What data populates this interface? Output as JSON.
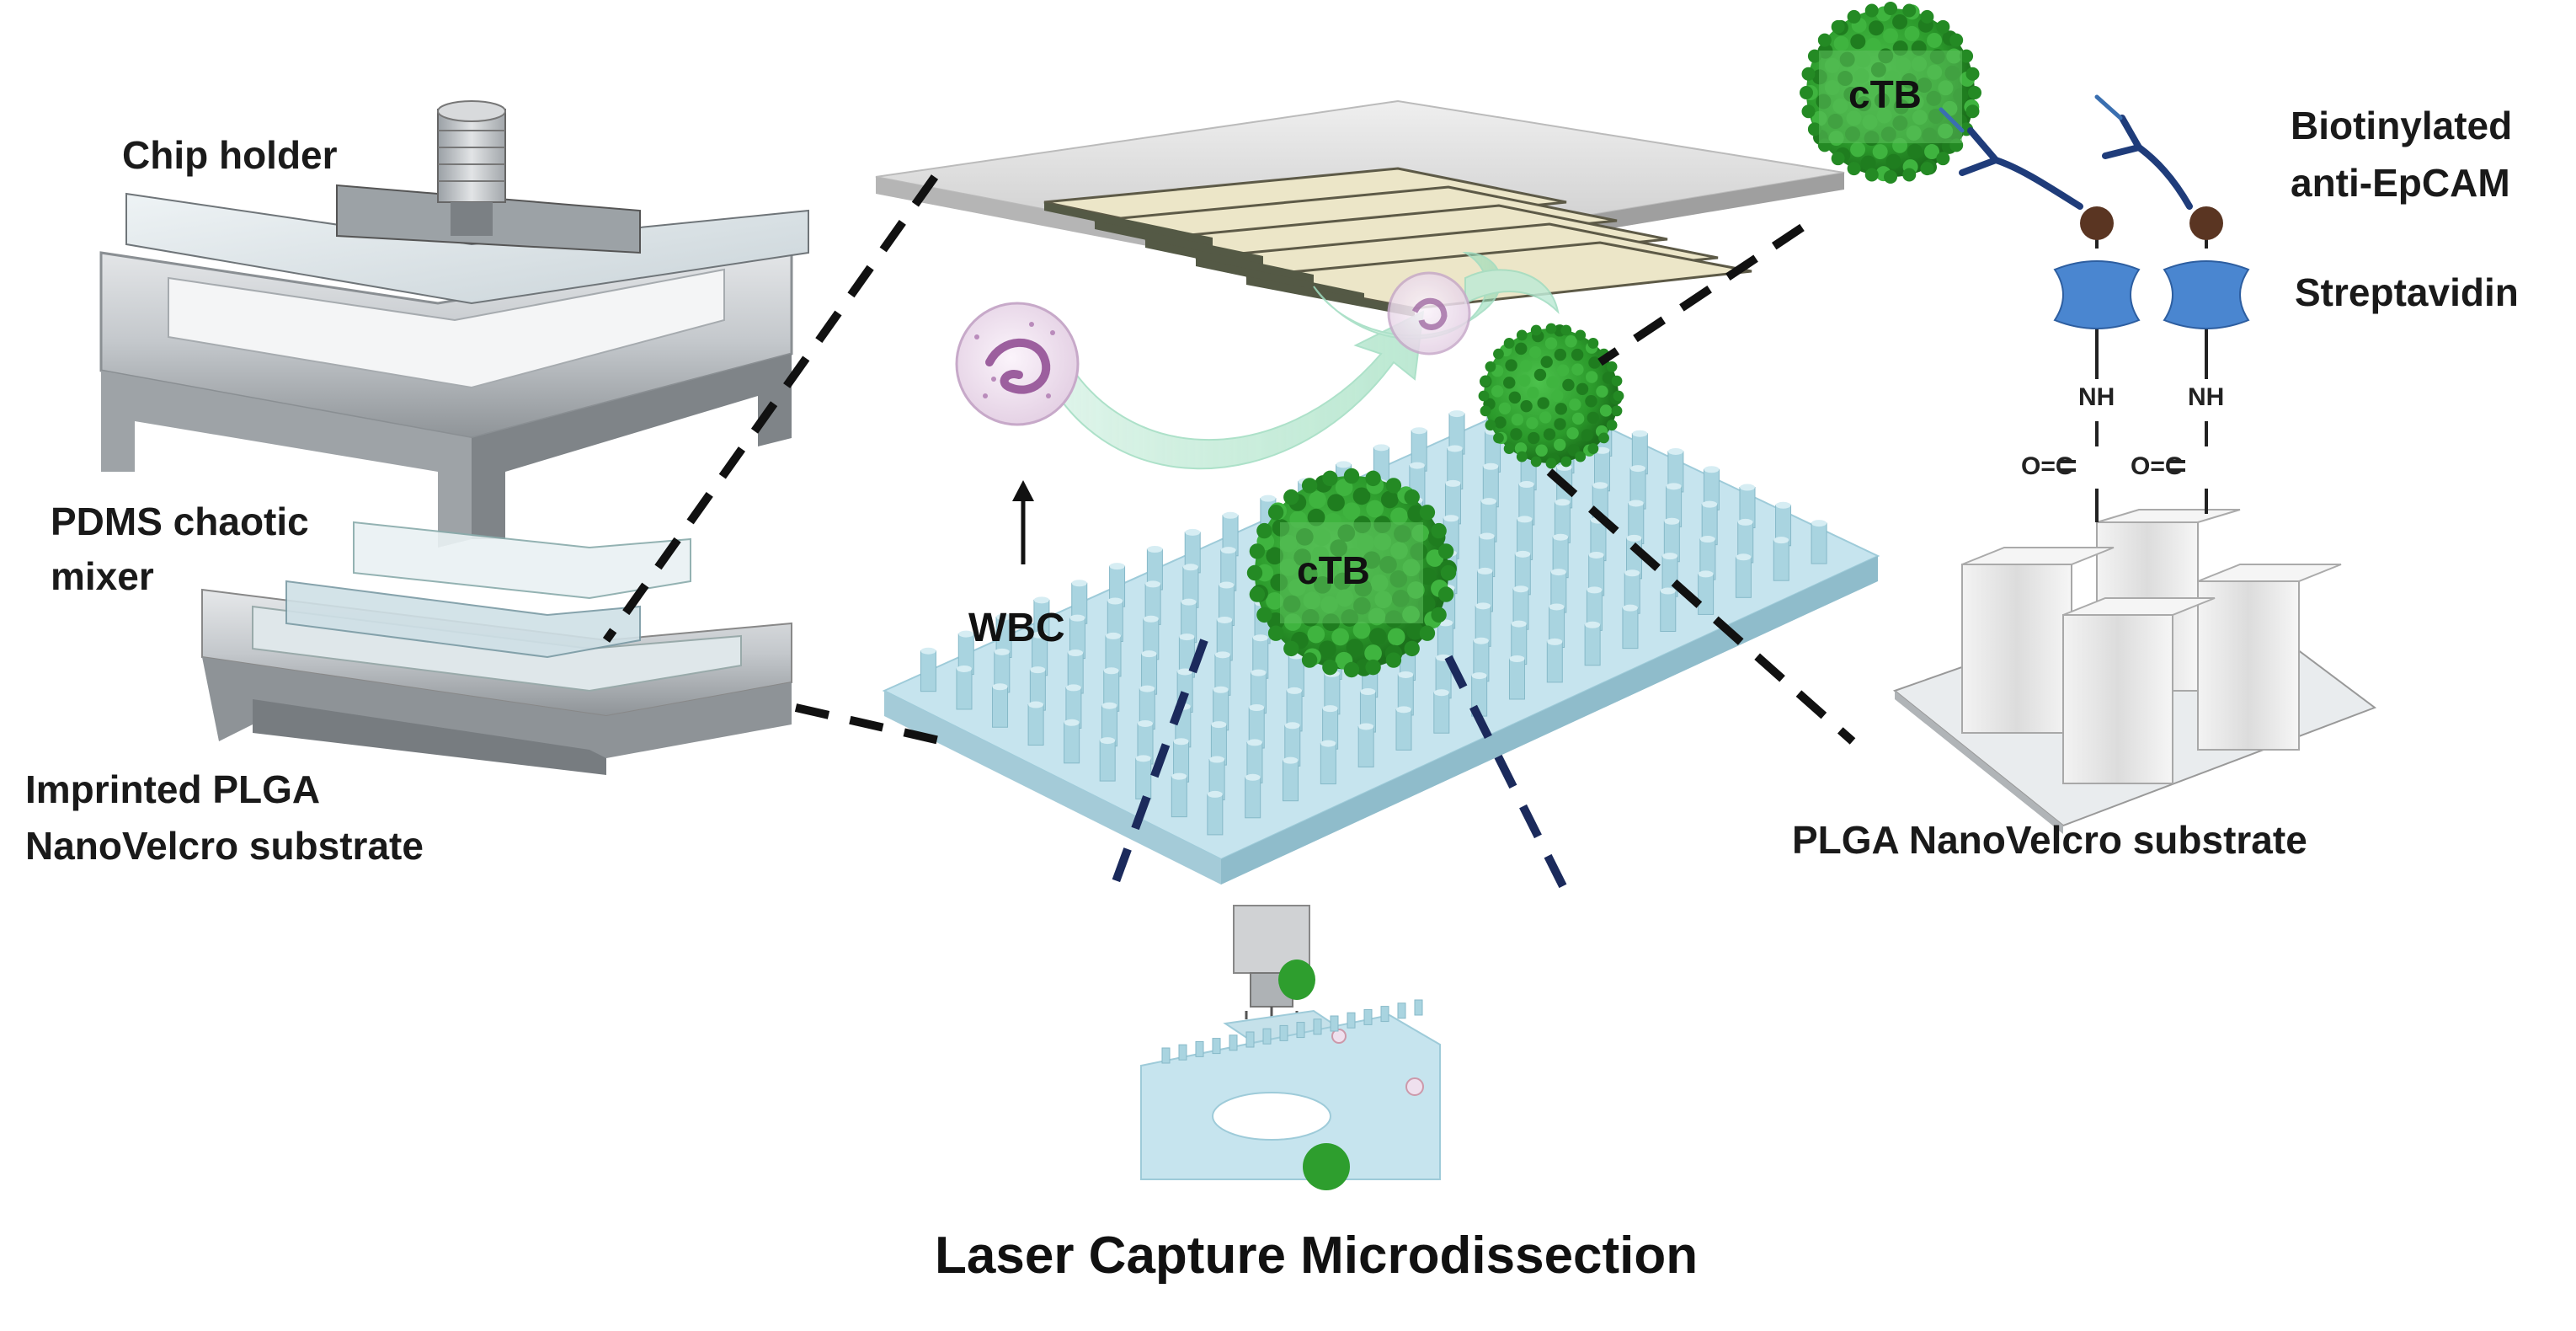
{
  "labels": {
    "chip_holder": "Chip holder",
    "pdms_line1": "PDMS chaotic",
    "pdms_line2": "mixer",
    "plga_line1": "Imprinted PLGA",
    "plga_line2": "NanoVelcro substrate",
    "wbc": "WBC",
    "ctb_center": "cTB",
    "ctb_top": "cTB",
    "biotin_line1": "Biotinylated",
    "biotin_line2": "anti-EpCAM",
    "streptavidin": "Streptavidin",
    "nanovelcro": "PLGA NanoVelcro substrate",
    "nh": "NH",
    "oc": "O=C",
    "caption": "Laser Capture Microdissection"
  },
  "colors": {
    "cell_green": "#2e9e2e",
    "cell_green_dark": "#1e7a1e",
    "substrate_blue": "#bfe0ea",
    "pillar_blue": "#a9d4e0",
    "dash_black": "#111111",
    "dash_navy": "#1b2a5c",
    "x_blue": "#4a86d0",
    "antibody_navy": "#1f3c7a",
    "bead_brown": "#5a3522",
    "wbc_pink": "#efe0ee",
    "metal_gray": "#b8bcc0"
  }
}
